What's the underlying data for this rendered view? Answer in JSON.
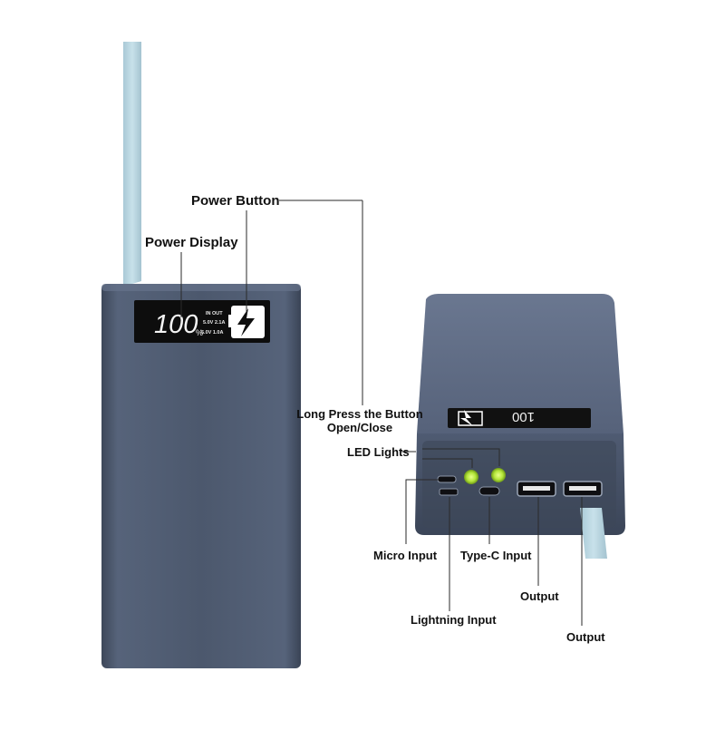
{
  "callouts": {
    "power_button": "Power Button",
    "power_display": "Power Display",
    "long_press_line1": "Long Press the Button",
    "long_press_line2": "Open/Close",
    "led_lights": "LED Lights",
    "micro_input": "Micro Input",
    "typec_input": "Type-C Input",
    "lightning_input": "Lightning Input",
    "output_left": "Output",
    "output_right": "Output"
  },
  "display": {
    "percentage": "100",
    "percent_sign": "%",
    "header": "IN OUT",
    "line1": "5.0V 2.1A",
    "line2": "5.0V 1.0A"
  },
  "colors": {
    "body": "#4a5568",
    "strap": "#bcd8e3",
    "led": "#b4e63a",
    "screen": "#0d0d0d",
    "text": "#111111"
  },
  "icons": {
    "bolt": "lightning-bolt-icon",
    "led": "led-light-icon",
    "usb": "usb-a-port-icon"
  }
}
